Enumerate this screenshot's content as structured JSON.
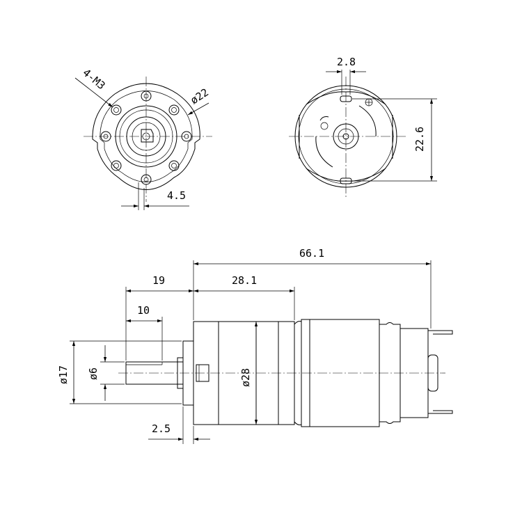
{
  "front_view": {
    "hole_label": "4-M3",
    "diameter_label": "ø22",
    "offset_label": "4.5"
  },
  "rear_view": {
    "terminal_width_label": "2.8",
    "terminal_spacing_label": "22.6"
  },
  "side_view": {
    "overall_length_label": "66.1",
    "shaft_length_label": "19",
    "gearbox_length_label": "28.1",
    "flat_length_label": "10",
    "boss_diameter_label": "ø17",
    "shaft_diameter_label": "ø6",
    "body_diameter_label": "ø28",
    "boss_length_label": "2.5"
  }
}
